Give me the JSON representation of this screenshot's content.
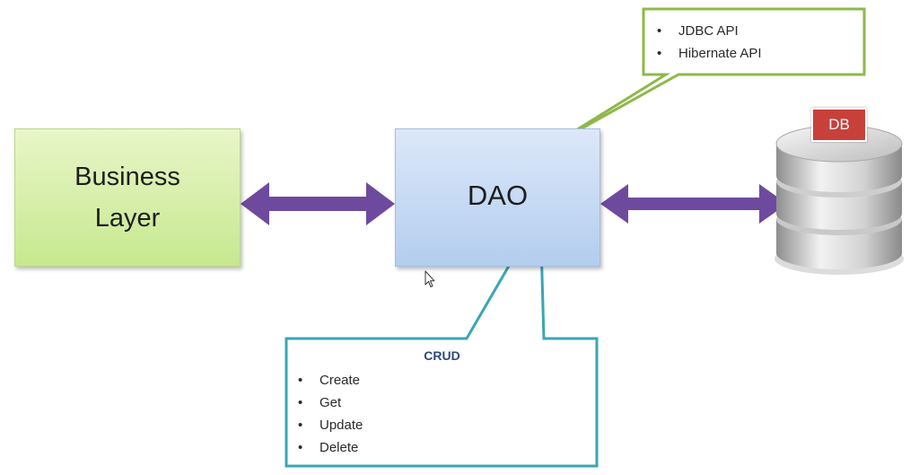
{
  "business_layer": {
    "line1": "Business",
    "line2": "Layer"
  },
  "dao": {
    "label": "DAO"
  },
  "api_note": {
    "items": [
      "JDBC API",
      "Hibernate API"
    ]
  },
  "crud_note": {
    "title": "CRUD",
    "items": [
      "Create",
      "Get",
      "Update",
      "Delete"
    ]
  },
  "database": {
    "tag": "DB"
  },
  "colors": {
    "arrow": "#6e4a9e",
    "api_note_border": "#8fb84a",
    "crud_note_border": "#3aa6b4",
    "business_fill": "#d6efac",
    "dao_fill": "#c6daf3",
    "db_tag": "#c8403a"
  }
}
